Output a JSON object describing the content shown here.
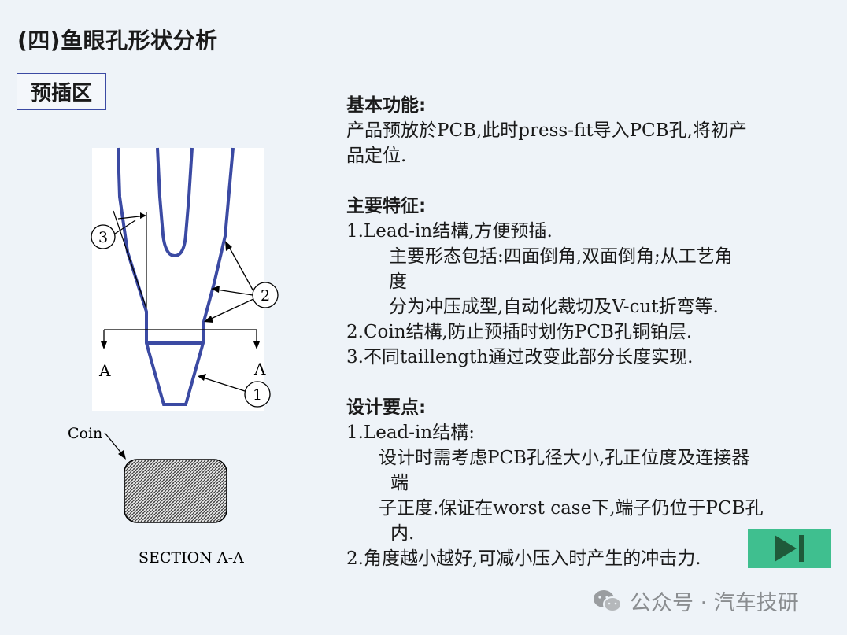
{
  "page_title": "(四)鱼眼孔形状分析",
  "section_label": "预插区",
  "diagram": {
    "callouts": [
      "1",
      "2",
      "3"
    ],
    "section_markers": [
      "A",
      "A"
    ],
    "coin_label": "Coin",
    "section_caption": "SECTION A-A"
  },
  "content": {
    "basic_function": {
      "heading": "基本功能:",
      "lines": [
        "产品预放於PCB,此时press-fit导入PCB孔,将初产",
        "品定位."
      ]
    },
    "main_features": {
      "heading": "主要特征:",
      "lines": [
        "1.Lead-in结構,方便预插.",
        "主要形态包括:四面倒角,双面倒角;从工艺角",
        "度",
        "分为冲压成型,自动化裁切及V-cut折弯等.",
        "2.Coin结構,防止预插时划伤PCB孔铜铂层.",
        "3.不同taillength通过改变此部分长度实现."
      ]
    },
    "design_points": {
      "heading": "设计要点:",
      "lines": [
        "1.Lead-in结構:",
        "设计时需考虑PCB孔径大小,孔正位度及连接器",
        "端",
        "子正度.保证在worst case下,端子仍位于PCB孔",
        "内.",
        "2.角度越小越好,可减小压入时产生的冲击力."
      ]
    }
  },
  "watermark": "公众号 · 汽车技研",
  "colors": {
    "accent": "#3b4aa3",
    "play_button": "#3fbf8f",
    "background": "#eef3f8"
  }
}
